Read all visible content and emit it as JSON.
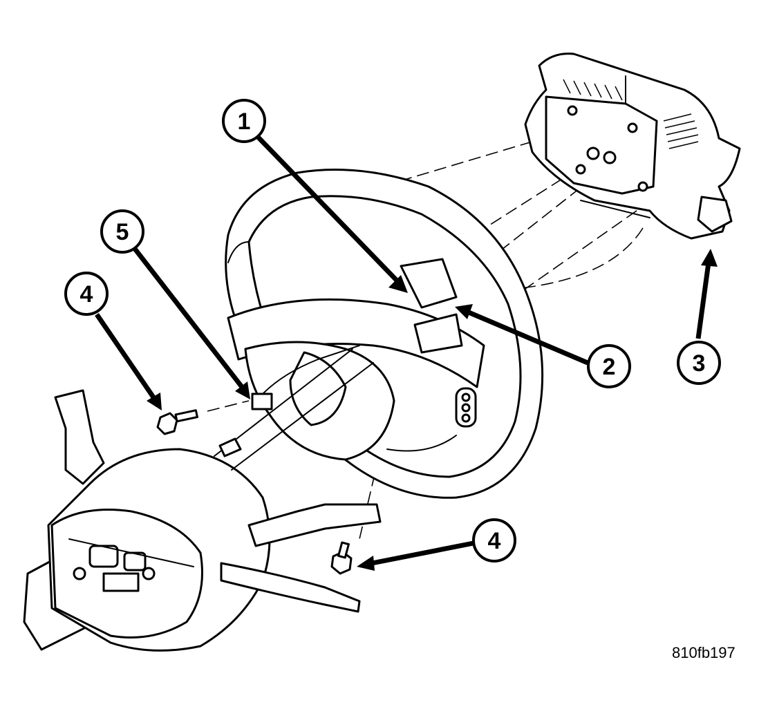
{
  "callouts": [
    {
      "id": "callout-1",
      "label": "1"
    },
    {
      "id": "callout-2",
      "label": "2"
    },
    {
      "id": "callout-3",
      "label": "3"
    },
    {
      "id": "callout-4a",
      "label": "4"
    },
    {
      "id": "callout-4b",
      "label": "4"
    },
    {
      "id": "callout-5",
      "label": "5"
    }
  ],
  "figure_id": "810fb197"
}
